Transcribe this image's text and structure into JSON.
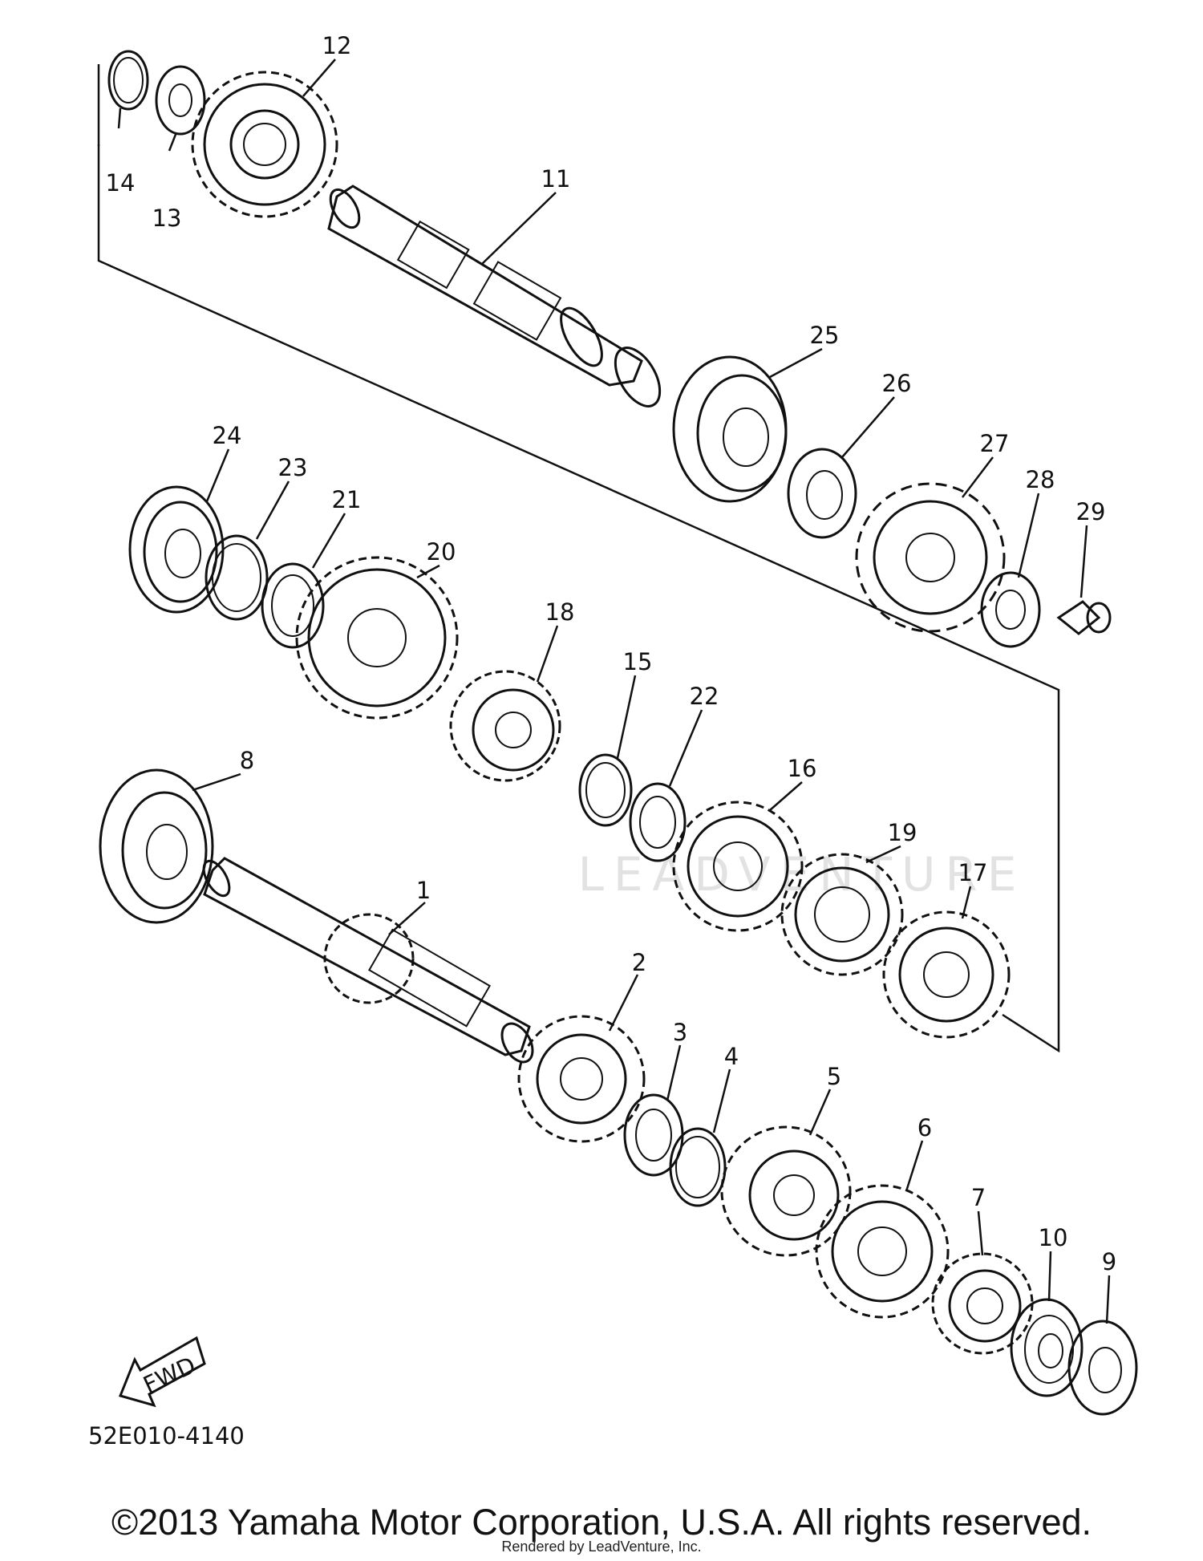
{
  "diagram": {
    "callouts": [
      "1",
      "2",
      "3",
      "4",
      "5",
      "6",
      "7",
      "8",
      "9",
      "10",
      "11",
      "12",
      "13",
      "14",
      "15",
      "16",
      "17",
      "18",
      "19",
      "20",
      "21",
      "22",
      "23",
      "24",
      "25",
      "26",
      "27",
      "28",
      "29"
    ],
    "fwd_label": "FWD",
    "diagram_code": "52E010-4140",
    "watermark": "LEADVENTURE"
  },
  "footer": {
    "copyright": "©2013 Yamaha Motor Corporation, U.S.A. All rights reserved.",
    "rendered_by": "Rendered by LeadVenture, Inc."
  }
}
